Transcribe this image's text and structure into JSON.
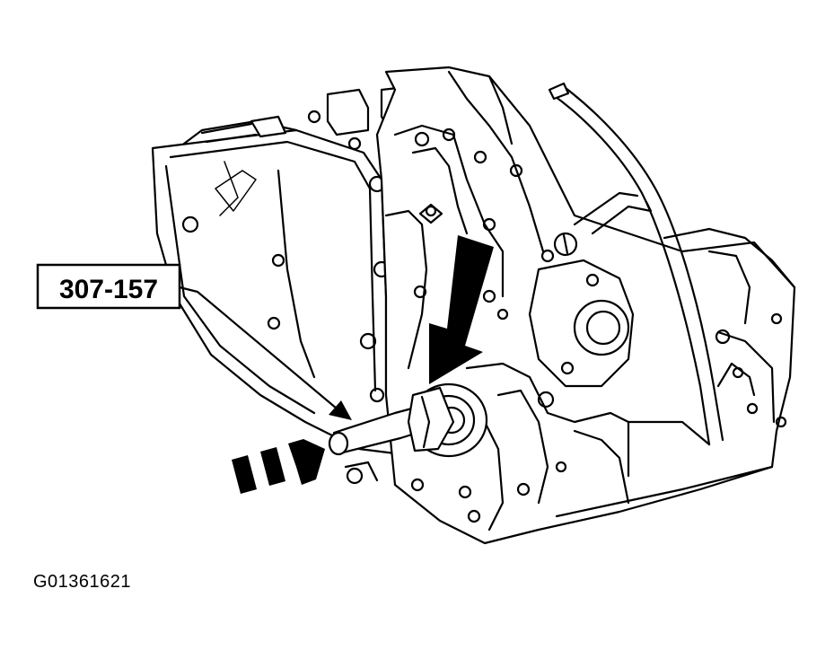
{
  "callout": {
    "tool_number": "307-157"
  },
  "figure_id": "G01361621",
  "icons": {
    "transaxle": "transaxle-assembly-illustration",
    "pointer_arrow": "black-arrow-pointing-down",
    "direction_arrow": "dashed-arrow-pointing-right"
  }
}
